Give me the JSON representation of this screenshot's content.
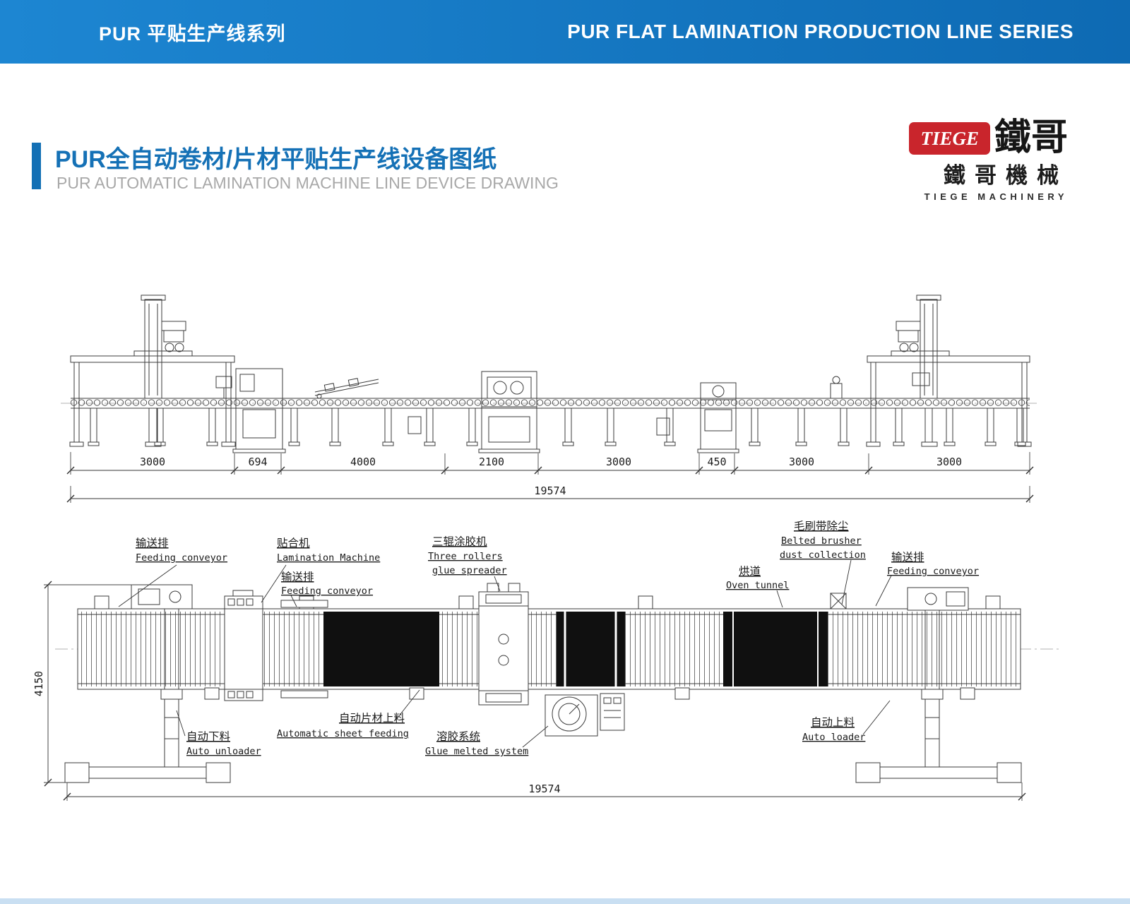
{
  "page": {
    "header": {
      "title_zh": "PUR 平贴生产线系列",
      "title_en": "PUR FLAT LAMINATION PRODUCTION LINE SERIES"
    },
    "section": {
      "title_zh": "PUR全自动卷材/片材平贴生产线设备图纸",
      "subtitle_en": "PUR AUTOMATIC LAMINATION MACHINE LINE DEVICE DRAWING"
    },
    "logo": {
      "badge": "TIEGE",
      "script": "鐵哥",
      "name_zh": "鐵哥機械",
      "name_en": "TIEGE MACHINERY"
    }
  },
  "drawing": {
    "side_view": {
      "segment_dims": [
        "3000",
        "694",
        "4000",
        "2100",
        "3000",
        "450",
        "3000",
        "3000"
      ],
      "total_dim": "19574"
    },
    "plan_view": {
      "height_dim": "4150",
      "total_dim": "19574",
      "labels": {
        "feeding_conveyor_left": {
          "zh": "输送排",
          "en": "Feeding conveyor"
        },
        "lamination_machine": {
          "zh": "贴合机",
          "en": "Lamination Machine"
        },
        "feeding_conveyor_mid": {
          "zh": "输送排",
          "en": "Feeding conveyor"
        },
        "glue_spreader": {
          "zh": "三辊涂胶机",
          "en_1": "Three rollers",
          "en_2": "glue spreader"
        },
        "dust_collection": {
          "zh": "毛刷带除尘",
          "en_1": "Belted brusher",
          "en_2": "dust collection"
        },
        "oven_tunnel": {
          "zh": "烘道",
          "en": "Oven tunnel"
        },
        "feeding_conveyor_right": {
          "zh": "输送排",
          "en": "Feeding conveyor"
        },
        "auto_unloader": {
          "zh": "自动下料",
          "en": "Auto unloader"
        },
        "sheet_feeding": {
          "zh": "自动片材上料",
          "en": "Automatic sheet feeding"
        },
        "glue_melted": {
          "zh": "溶胶系统",
          "en": "Glue melted system"
        },
        "auto_loader": {
          "zh": "自动上料",
          "en": "Auto loader"
        }
      }
    }
  },
  "colors": {
    "header_blue": "#1478c8",
    "accent_blue": "#1370b5",
    "title_blue": "#1571b6",
    "logo_red": "#c9252c",
    "subtitle_gray": "#a8a8a8"
  }
}
